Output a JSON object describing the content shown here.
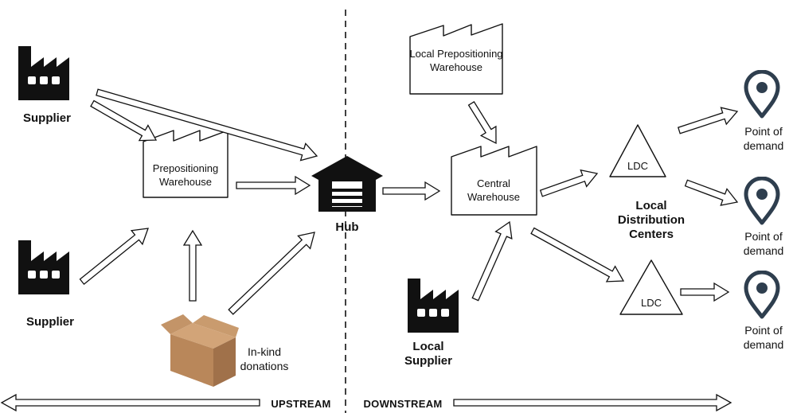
{
  "nodes": {
    "supplier_top": "Supplier",
    "supplier_bottom": "Supplier",
    "prepositioning_warehouse": "Prepositioning Warehouse",
    "in_kind_donations": "In-kind donations",
    "hub": "Hub",
    "local_prepositioning_warehouse": "Local Prepositioning Warehouse",
    "central_warehouse": "Central Warehouse",
    "local_supplier": "Local Supplier",
    "ldc_top": "LDC",
    "ldc_bottom": "LDC",
    "local_distribution_centers": "Local Distribution Centers",
    "point_of_demand_1": "Point of demand",
    "point_of_demand_2": "Point of demand",
    "point_of_demand_3": "Point of demand"
  },
  "flow": {
    "upstream": "UPSTREAM",
    "downstream": "DOWNSTREAM"
  },
  "icons": {
    "factory": "factory-icon",
    "warehouse": "warehouse-outline-icon",
    "hub": "garage-hub-icon",
    "box": "cardboard-box-icon",
    "pin": "map-pin-icon",
    "triangle": "triangle-ldc-icon"
  },
  "colors": {
    "ink": "#111111",
    "pin": "#2e3e4e",
    "box": "#b9875a"
  }
}
